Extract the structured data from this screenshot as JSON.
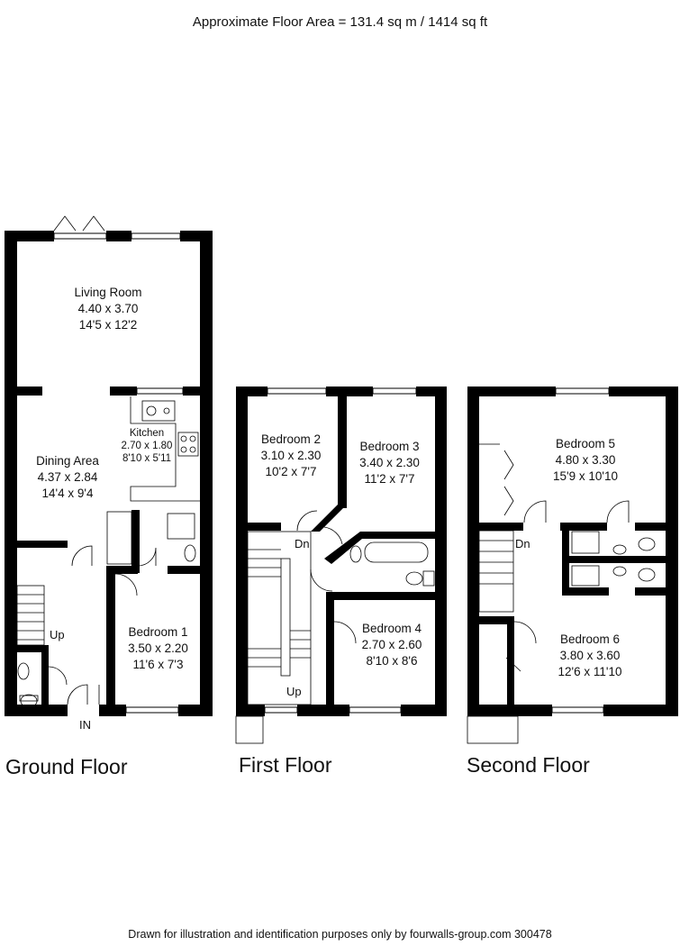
{
  "header": {
    "area": "Approximate Floor Area = 131.4 sq m / 1414 sq ft"
  },
  "footer": {
    "disclaimer": "Drawn for illustration and identification purposes only by fourwalls-group.com 300478"
  },
  "floors": {
    "ground": "Ground Floor",
    "first": "First Floor",
    "second": "Second Floor"
  },
  "rooms": {
    "living": {
      "name": "Living Room",
      "metric": "4.40 x 3.70",
      "imperial": "14'5 x 12'2"
    },
    "dining": {
      "name": "Dining Area",
      "metric": "4.37 x 2.84",
      "imperial": "14'4 x 9'4"
    },
    "kitchen": {
      "name": "Kitchen",
      "metric": "2.70 x 1.80",
      "imperial": "8'10 x 5'11"
    },
    "bedroom1": {
      "name": "Bedroom 1",
      "metric": "3.50 x 2.20",
      "imperial": "11'6 x 7'3"
    },
    "bedroom2": {
      "name": "Bedroom 2",
      "metric": "3.10 x 2.30",
      "imperial": "10'2 x 7'7"
    },
    "bedroom3": {
      "name": "Bedroom 3",
      "metric": "3.40 x 2.30",
      "imperial": "11'2 x 7'7"
    },
    "bedroom4": {
      "name": "Bedroom 4",
      "metric": "2.70 x 2.60",
      "imperial": "8'10 x 8'6"
    },
    "bedroom5": {
      "name": "Bedroom 5",
      "metric": "4.80 x 3.30",
      "imperial": "15'9 x 10'10"
    },
    "bedroom6": {
      "name": "Bedroom 6",
      "metric": "3.80 x 3.60",
      "imperial": "12'6 x 11'10"
    }
  },
  "labels": {
    "up": "Up",
    "down": "Dn",
    "in": "IN"
  },
  "colors": {
    "wall": "#000000",
    "background": "#ffffff",
    "fixture": "#444444"
  }
}
